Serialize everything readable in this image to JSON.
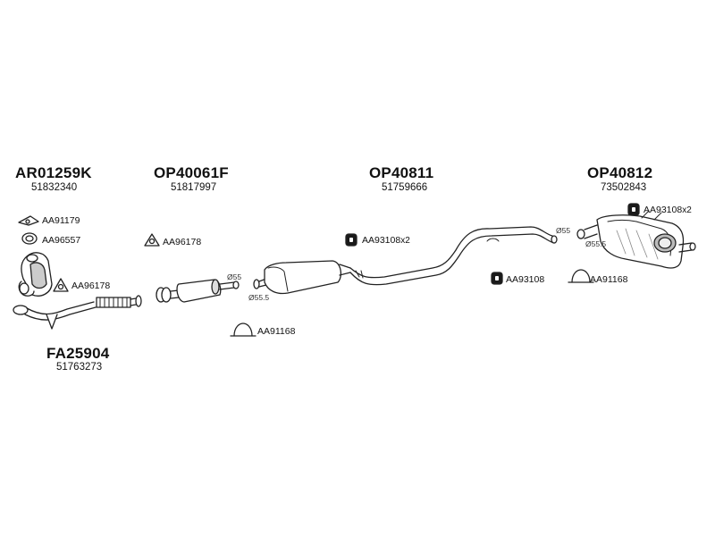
{
  "assemblies": [
    {
      "code": "AR01259K",
      "ref": "51832340"
    },
    {
      "code": "OP40061F",
      "ref": "51817997"
    },
    {
      "code": "OP40811",
      "ref": "51759666"
    },
    {
      "code": "OP40812",
      "ref": "73502843"
    },
    {
      "code": "FA25904",
      "ref": "51763273"
    }
  ],
  "accessories": [
    {
      "code": "AA91179",
      "icon": "gasket-triangle-icon"
    },
    {
      "code": "AA96557",
      "icon": "ring-gasket-icon"
    },
    {
      "code": "AA96178",
      "icon": "flange-gasket-icon"
    },
    {
      "code": "AA96178",
      "icon": "flange-gasket-icon"
    },
    {
      "code": "AA93108",
      "qty": "x2",
      "icon": "rubber-hanger-icon"
    },
    {
      "code": "AA93108",
      "qty": "x2",
      "icon": "rubber-hanger-icon"
    },
    {
      "code": "AA93108",
      "icon": "rubber-hanger-icon"
    },
    {
      "code": "AA91168",
      "icon": "pipe-clamp-icon"
    },
    {
      "code": "AA91168",
      "icon": "pipe-clamp-icon"
    }
  ],
  "diameters": [
    "Ø55",
    "Ø55.5",
    "Ø55",
    "Ø55.5"
  ],
  "colors": {
    "line": "#222222",
    "fill": "#ffffff",
    "shade": "#9a9a9a",
    "dark": "#1a1a1a"
  }
}
